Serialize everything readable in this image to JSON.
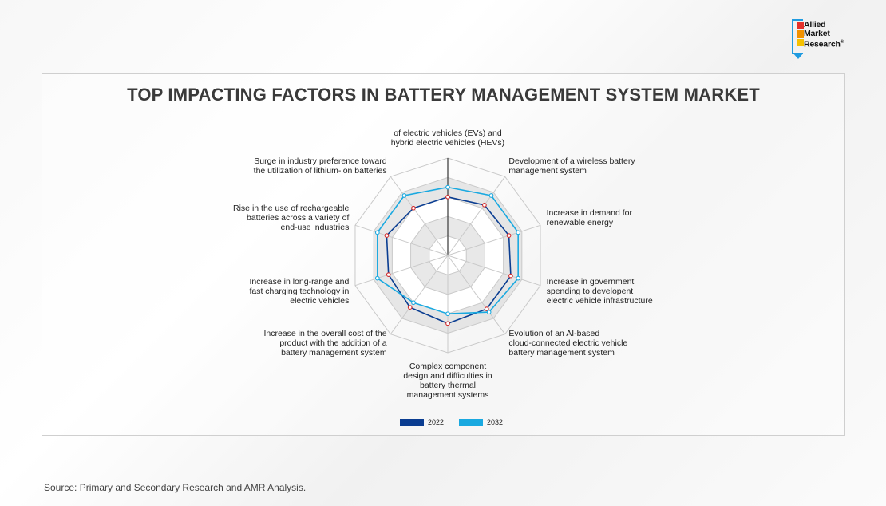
{
  "logo": {
    "line1": "Allied",
    "line2": "Market",
    "line3": "Research",
    "reg": "®"
  },
  "source": "Source: Primary and Secondary Research and AMR Analysis.",
  "colors": {
    "series_2022": "#0a3d91",
    "series_2032": "#1aa9e0",
    "marker_2022": "#d42a2a",
    "grid": "#c9c9c9",
    "band": "#d9d9d9"
  },
  "chart_data": {
    "type": "radar",
    "title": "TOP IMPACTING FACTORS IN BATTERY MANAGEMENT SYSTEM MARKET",
    "categories": [
      [
        "of electric vehicles (EVs) and",
        "hybrid electric vehicles (HEVs)"
      ],
      [
        "Development of a wireless battery",
        "management system"
      ],
      [
        "Increase in demand for",
        "renewable energy"
      ],
      [
        "Increase in government",
        "spending to developent",
        "electric vehicle infrastructure"
      ],
      [
        "Evolution of an AI-based",
        "cloud-connected electric vehicle",
        "battery management system"
      ],
      [
        "Complex component",
        "design and difficulties in",
        "battery thermal",
        "management systems"
      ],
      [
        "Increase in the overall cost of the",
        "product with the addition of a",
        "battery management system"
      ],
      [
        "Increase in long-range and",
        "fast charging technology in",
        "electric vehicles"
      ],
      [
        "Rise in the use of rechargeable",
        "batteries across a variety of",
        "end-use industries"
      ],
      [
        "Surge in industry preference toward",
        "the utilization of lithium-ion batteries"
      ]
    ],
    "rings": 5,
    "rlim": [
      0,
      5
    ],
    "series": [
      {
        "name": "2022",
        "values": [
          3.0,
          3.2,
          3.3,
          3.4,
          3.4,
          3.5,
          3.3,
          3.2,
          3.3,
          3.0
        ]
      },
      {
        "name": "2032",
        "values": [
          3.5,
          3.8,
          3.8,
          3.8,
          3.6,
          3.0,
          3.0,
          3.8,
          3.8,
          3.8
        ]
      }
    ]
  }
}
